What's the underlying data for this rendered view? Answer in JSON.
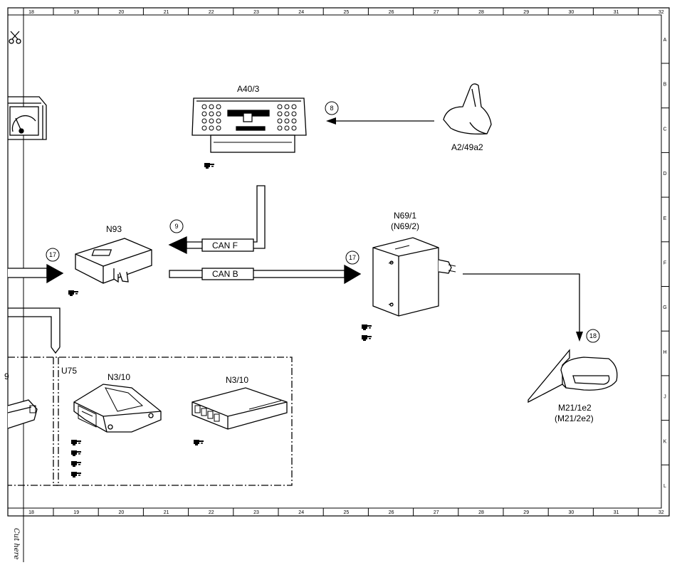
{
  "ruler": {
    "columns": [
      "18",
      "19",
      "20",
      "21",
      "22",
      "23",
      "24",
      "25",
      "26",
      "27",
      "28",
      "29",
      "30",
      "31",
      "32"
    ],
    "rows": [
      "A",
      "B",
      "C",
      "D",
      "E",
      "F",
      "G",
      "H",
      "J",
      "K",
      "L"
    ]
  },
  "labels": {
    "a40": "A40/3",
    "a2": "A2/49a2",
    "n93": "N93",
    "n69_1": "N69/1",
    "n69_2": "(N69/2)",
    "m21_1": "M21/1e2",
    "m21_2": "(M21/2e2)",
    "u75": "U75",
    "n310_a": "N3/10",
    "n310_b": "N3/10",
    "can_f": "CAN F",
    "can_b": "CAN B",
    "cut_here": "Cut here",
    "partial_left": "9"
  },
  "callouts": {
    "c8": "8",
    "c9": "9",
    "c17a": "17",
    "c17b": "17",
    "c18": "18"
  },
  "colors": {
    "line": "#000000",
    "background": "#ffffff"
  },
  "icons": {
    "reference": "pointing-hand-icon",
    "scissors": "scissors-icon"
  }
}
